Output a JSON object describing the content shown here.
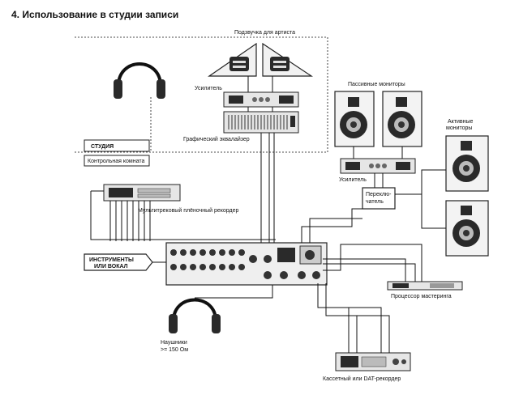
{
  "title": "4. Использование в студии записи",
  "labels": {
    "artist_monitor": "Подзвучка для артиста",
    "amplifier_top": "Усилитель",
    "graphic_eq": "Графический эквалайзер",
    "studio": "СТУДИЯ",
    "control_room": "Контрольная комната",
    "passive_monitors": "Пассивные мониторы",
    "active_monitors_line1": "Активные",
    "active_monitors_line2": "мониторы",
    "amplifier_right": "Усилитель",
    "switcher_line1": "Переклю-",
    "switcher_line2": "чатель",
    "multitrack": "Мультитрековый плёночный рекордер",
    "instruments_line1": "ИНСТРУМЕНТЫ",
    "instruments_line2": "ИЛИ ВОКАЛ",
    "mastering": "Процессор мастеринга",
    "headphones_line1": "Наушники",
    "headphones_line2": ">= 150 Ом",
    "cassette": "Кассетный или DAT-рекордер"
  }
}
